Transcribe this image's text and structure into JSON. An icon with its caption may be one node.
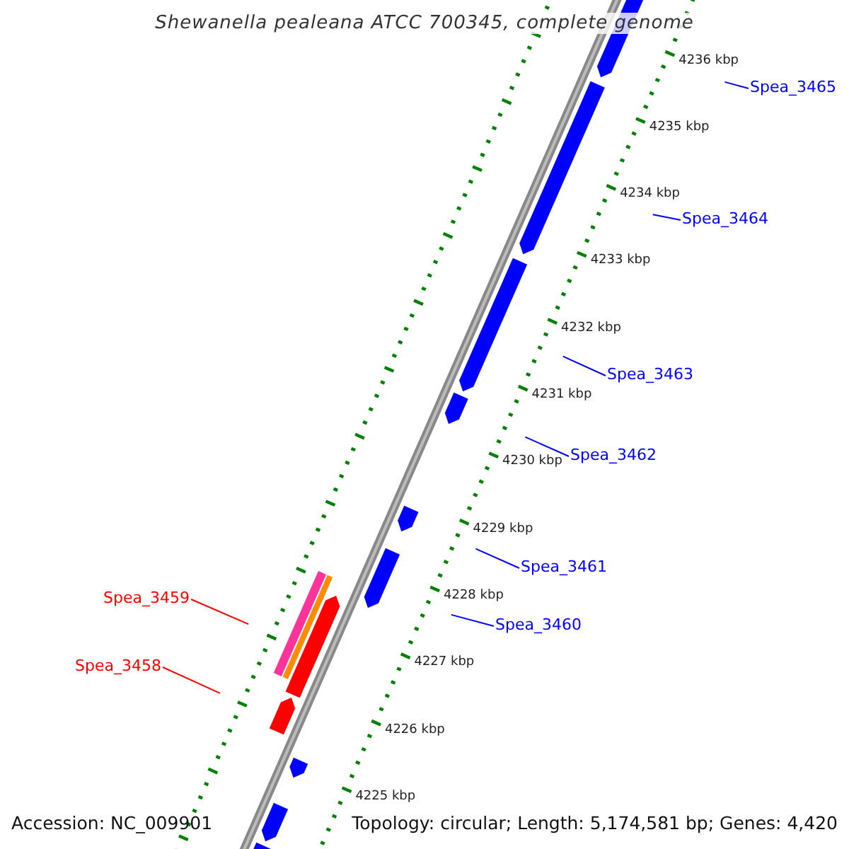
{
  "diagram": {
    "title": "Shewanella pealeana ATCC 700345, complete genome",
    "nodes": [
      {
        "text": [
          "Spea_3465"
        ]
      },
      {
        "text": [
          "Spea_3464"
        ]
      },
      {
        "text": [
          "Spea_3463"
        ]
      },
      {
        "text": [
          "Spea_3462"
        ]
      },
      {
        "text": [
          "Spea_3461"
        ]
      },
      {
        "text": [
          "Spea_3460"
        ]
      },
      {
        "text": [
          "Spea_3459"
        ]
      },
      {
        "text": [
          "Spea_3458"
        ]
      }
    ],
    "edges": [
      {
        "from": 0,
        "to": null,
        "arrow": "none"
      },
      {
        "from": 1,
        "to": null,
        "arrow": "none"
      },
      {
        "from": 2,
        "to": null,
        "arrow": "none"
      },
      {
        "from": 3,
        "to": null,
        "arrow": "none"
      },
      {
        "from": 4,
        "to": null,
        "arrow": "none"
      },
      {
        "from": 5,
        "to": null,
        "arrow": "none"
      },
      {
        "from": 6,
        "to": null,
        "arrow": "none",
        "color": "#ff0000"
      },
      {
        "from": 7,
        "to": null,
        "arrow": "none",
        "color": "#ff0000"
      }
    ],
    "labels": [
      "4236 kbp",
      "4235 kbp",
      "4234 kbp",
      "4233 kbp",
      "4232 kbp",
      "4231 kbp",
      "4230 kbp",
      "4229 kbp",
      "4228 kbp",
      "4227 kbp",
      "4226 kbp",
      "4225 kbp",
      "Accession: NC_009901",
      "Topology: circular; Length: 5,174,581 bp; Genes: 4,420"
    ]
  }
}
